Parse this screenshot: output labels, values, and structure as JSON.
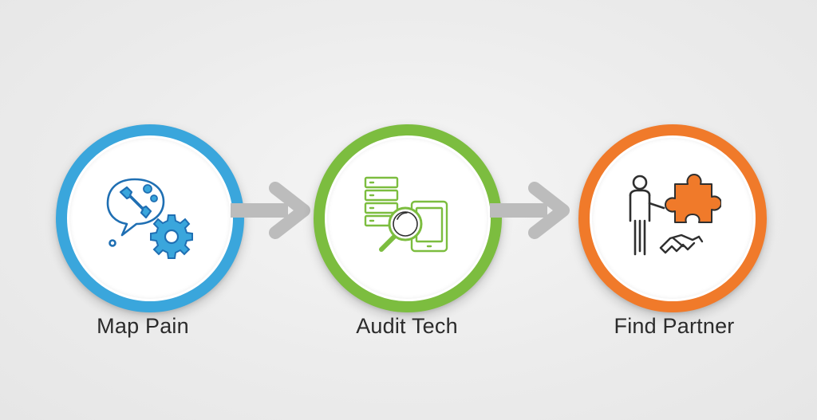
{
  "colors": {
    "step1_ring": "#3aa6dc",
    "step2_ring": "#7cbd3f",
    "step3_ring": "#f07a2a",
    "arrow": "#bcbcbc",
    "label_text": "#2b2b2b"
  },
  "steps": [
    {
      "label": "Map Pain",
      "icon": "wrench-gear-speech-bubble-icon"
    },
    {
      "label": "Audit Tech",
      "icon": "server-magnifier-tablet-icon"
    },
    {
      "label": "Find Partner",
      "icon": "person-puzzle-handshake-icon"
    }
  ]
}
